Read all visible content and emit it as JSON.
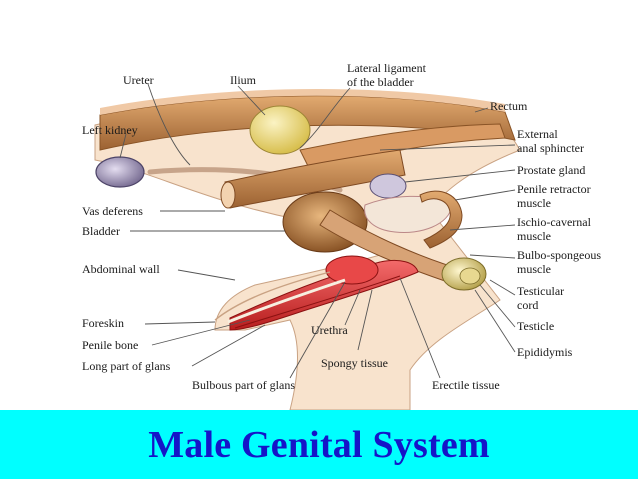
{
  "labels": {
    "ureter": "Ureter",
    "ilium": "Ilium",
    "lateral_ligament_1": "Lateral ligament",
    "lateral_ligament_2": "of the bladder",
    "rectum": "Rectum",
    "left_kidney": "Left kidney",
    "external_anal_1": "External",
    "external_anal_2": "anal sphincter",
    "prostate_gland": "Prostate gland",
    "penile_retractor_1": "Penile retractor",
    "penile_retractor_2": "muscle",
    "vas_deferens": "Vas deferens",
    "ischio_1": "Ischio-cavernal",
    "ischio_2": "muscle",
    "bladder": "Bladder",
    "bulbo_1": "Bulbo-spongeous",
    "bulbo_2": "muscle",
    "abdominal_wall": "Abdominal wall",
    "testicular_1": "Testicular",
    "testicular_2": "cord",
    "foreskin": "Foreskin",
    "testicle": "Testicle",
    "urethra": "Urethra",
    "penile_bone": "Penile bone",
    "epididymis": "Epididymis",
    "spongy_tissue": "Spongy tissue",
    "long_part_glans": "Long part of glans",
    "bulbous_part_glans": "Bulbous part of glans",
    "erectile_tissue": "Erectile tissue"
  },
  "title": "Male Genital System",
  "colors": {
    "title_bar": "#00ffff",
    "title_text": "#1515c8",
    "muscle": "#c98b55",
    "skin": "#f6dcc0",
    "erectile": "#d93b3b",
    "bone": "#f1dd7a",
    "kidney": "#a79cbf"
  }
}
